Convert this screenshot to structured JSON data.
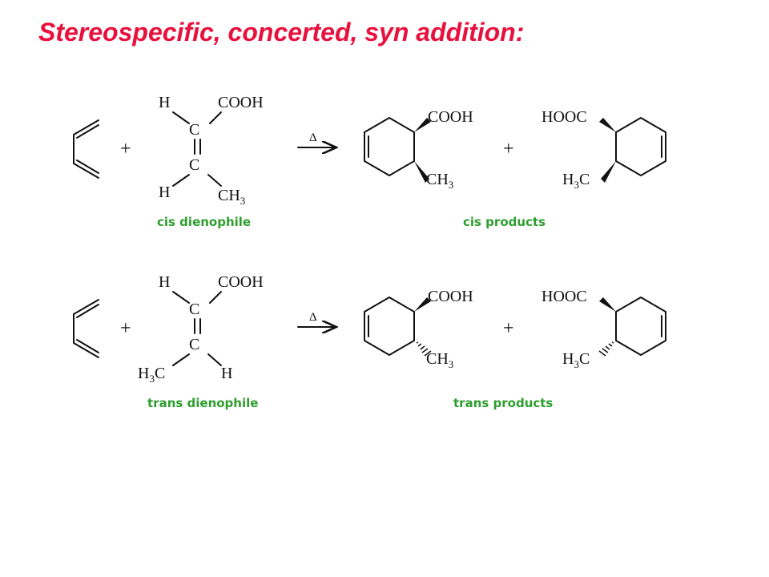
{
  "title": "Stereospecific, concerted, syn addition:",
  "colors": {
    "title": "#e8103c",
    "label": "#2e9e2e",
    "structure": "#111111"
  },
  "symbols": {
    "plus": "+",
    "delta": "Δ"
  },
  "atoms": {
    "H": "H",
    "C": "C",
    "COOH": "COOH",
    "HOOC": "HOOC",
    "CH": "CH",
    "three": "3",
    "H_prefix": "H",
    "C_suffix": "C"
  },
  "rows": [
    {
      "dienophile_label": "cis dienophile",
      "products_label": "cis products"
    },
    {
      "dienophile_label": "trans dienophile",
      "products_label": "trans products"
    }
  ]
}
